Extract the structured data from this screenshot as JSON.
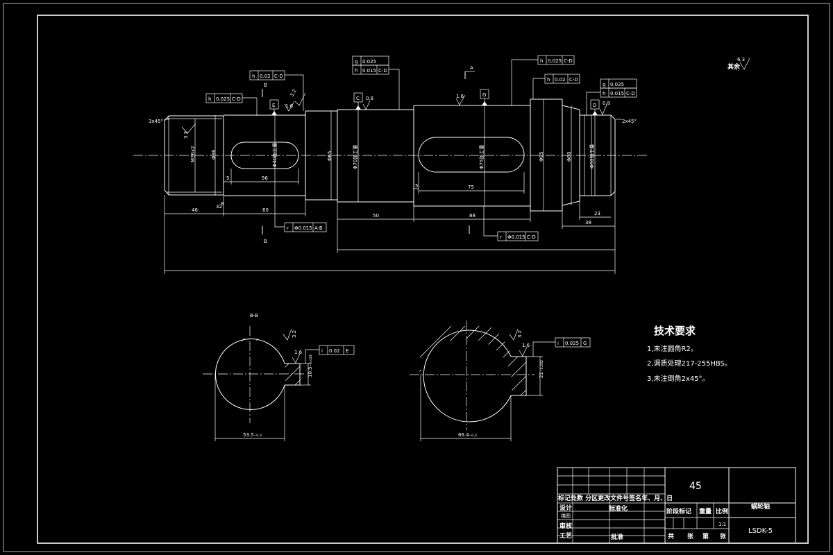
{
  "surface_roughness": {
    "default_value": "6.3",
    "default_label": "其余"
  },
  "chamfers": {
    "left": "3x45°",
    "right": "2x45°"
  },
  "datums": {
    "e": "E",
    "c": "C",
    "g": "G",
    "d": "D"
  },
  "section_letters": {
    "a": "A",
    "b": "B",
    "section_bb": "B-B"
  },
  "gdt": {
    "f1": {
      "sym": "h",
      "val": "0.025",
      "ref": "C-D"
    },
    "f2": {
      "sym": "h",
      "val": "0.02",
      "ref": "C-D"
    },
    "f3": {
      "sym": "g",
      "val": "0.025"
    },
    "f4": {
      "sym": "h",
      "val": "0.015",
      "ref": "C-D"
    },
    "f5": {
      "sym": "h",
      "val": "0.025",
      "ref": "C-D"
    },
    "f6": {
      "sym": "h",
      "val": "0.02",
      "ref": "C-D"
    },
    "f7": {
      "sym": "g",
      "val": "0.025"
    },
    "f8": {
      "sym": "h",
      "val": "0.015",
      "ref": "C-D"
    },
    "f9": {
      "sym": "r",
      "val": "Φ0.015",
      "ref": "A-B"
    },
    "f10": {
      "sym": "r",
      "val": "Φ0.015",
      "ref": "C-D"
    },
    "f11": {
      "sym": "i",
      "val": "0.02",
      "ref": "E"
    },
    "f12": {
      "sym": "i",
      "val": "0.025",
      "ref": "G"
    }
  },
  "roughness_marks": {
    "r1": "3.2",
    "r2": "1.6",
    "r3": "3.2",
    "r4": "0.8",
    "r5": "1.6",
    "r6": "0.8",
    "r7": "3.2",
    "r8": "1.6",
    "r9": "3.2",
    "r10": "1.6"
  },
  "diameters": {
    "d1": "M36x2",
    "d2": "Φ36",
    "d3": "Φ40加工量",
    "d4": "Φ65",
    "d5": "Φ70加工量",
    "d6": "Φ75加工量",
    "d7": "Φ85",
    "d8": "Φ80",
    "d9": "Φ60加工量",
    "d10": "32"
  },
  "lengths": {
    "l1": "5",
    "l2": "56",
    "l3": "5",
    "l4": "75",
    "l5": "46",
    "l6": "8",
    "l7": "60",
    "l8": "50",
    "l9": "88",
    "l10": "23",
    "l11": "38"
  },
  "sections": {
    "s1_width": "53.5₋₀.₂",
    "s1_depth": "10.5₋₀.₀₄₃",
    "s2_width": "66.4₋₀.₂",
    "s2_depth": "21₋₀.₀₅₂"
  },
  "technical_requirements": {
    "title": "技术要求",
    "items": [
      "1,未注圆角R2。",
      "2,调质处理217-255HBS。",
      "3,未注倒角2x45°。"
    ]
  },
  "title_block": {
    "material": "45",
    "part_name": "蜗轮轴",
    "drawing_no": "LSDK-5",
    "header_row": "标记处数 分区更改文件号签名年、月、日",
    "design": "设计",
    "standardize": "标准化",
    "check": "审核",
    "process": "工艺",
    "approve": "批准",
    "stage_mark": "阶段标记",
    "weight": "重量",
    "scale_label": "比例",
    "scale_value": "1:1",
    "sheets_total": "共",
    "sheet_word": "张",
    "sheet_no": "第",
    "sheet_word2": "张",
    "small_label": "描图"
  }
}
